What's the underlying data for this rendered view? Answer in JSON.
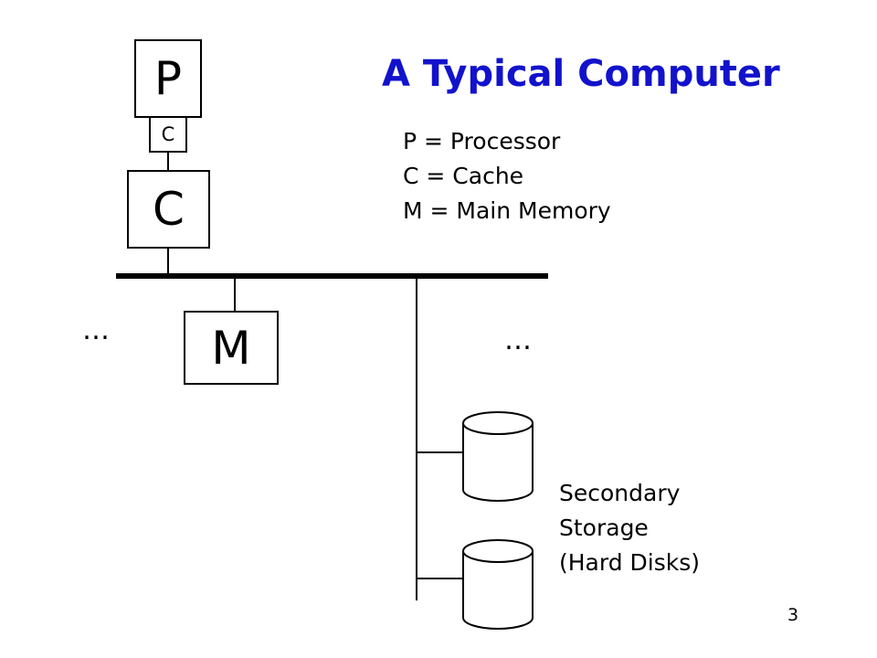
{
  "slide": {
    "title": "A Typical Computer",
    "page_number": "3",
    "title_color": "#1212cc"
  },
  "diagram": {
    "processor_label": "P",
    "l1_cache_label": "C",
    "cache_label": "C",
    "memory_label": "M",
    "left_ellipsis": "…",
    "right_ellipsis": "…"
  },
  "legend": {
    "items": [
      "P = Processor",
      "C = Cache",
      "M = Main Memory"
    ]
  },
  "storage": {
    "label_lines": [
      "Secondary",
      "Storage",
      "(Hard Disks)"
    ]
  }
}
